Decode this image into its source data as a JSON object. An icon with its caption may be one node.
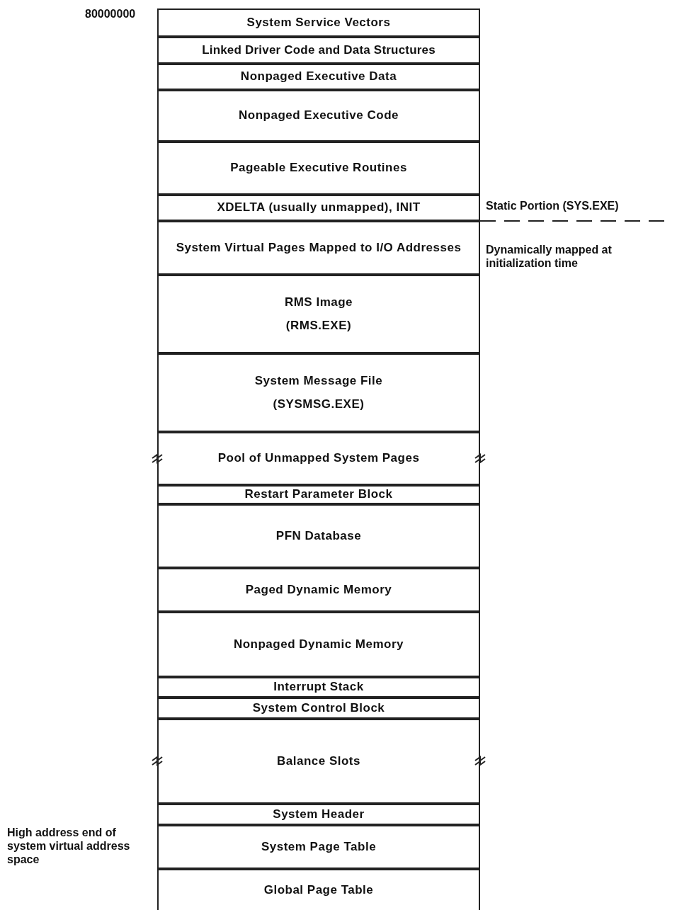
{
  "diagram": {
    "nodes": [
      {
        "text": [
          "System Service Vectors"
        ]
      },
      {
        "text": [
          "Linked Driver Code and Data Structures"
        ]
      },
      {
        "text": [
          "Nonpaged Executive Data"
        ]
      },
      {
        "text": [
          "Nonpaged Executive Code"
        ]
      },
      {
        "text": [
          "Pageable Executive Routines"
        ]
      },
      {
        "text": [
          "XDELTA (usually unmapped), INIT"
        ]
      },
      {
        "text": [
          "System Virtual Pages Mapped to I/O Addresses"
        ]
      },
      {
        "text": [
          "RMS Image",
          "(RMS.EXE)"
        ]
      },
      {
        "text": [
          "System Message File",
          "(SYSMSG.EXE)"
        ]
      },
      {
        "text": [
          "Pool of Unmapped System Pages"
        ]
      },
      {
        "text": [
          "Restart Parameter Block"
        ]
      },
      {
        "text": [
          "PFN Database"
        ]
      },
      {
        "text": [
          "Paged Dynamic Memory"
        ]
      },
      {
        "text": [
          "Nonpaged Dynamic Memory"
        ]
      },
      {
        "text": [
          "Interrupt Stack"
        ]
      },
      {
        "text": [
          "System Control Block"
        ]
      },
      {
        "text": [
          "Balance Slots"
        ]
      },
      {
        "text": [
          "System Header"
        ]
      },
      {
        "text": [
          "System Page Table"
        ]
      },
      {
        "text": [
          "Global Page Table"
        ]
      }
    ],
    "edges": [],
    "labels": [
      "80000000",
      "Static Portion (SYS.EXE)",
      "Dynamically mapped at initialization time",
      "High address end of system virtual address space"
    ]
  }
}
